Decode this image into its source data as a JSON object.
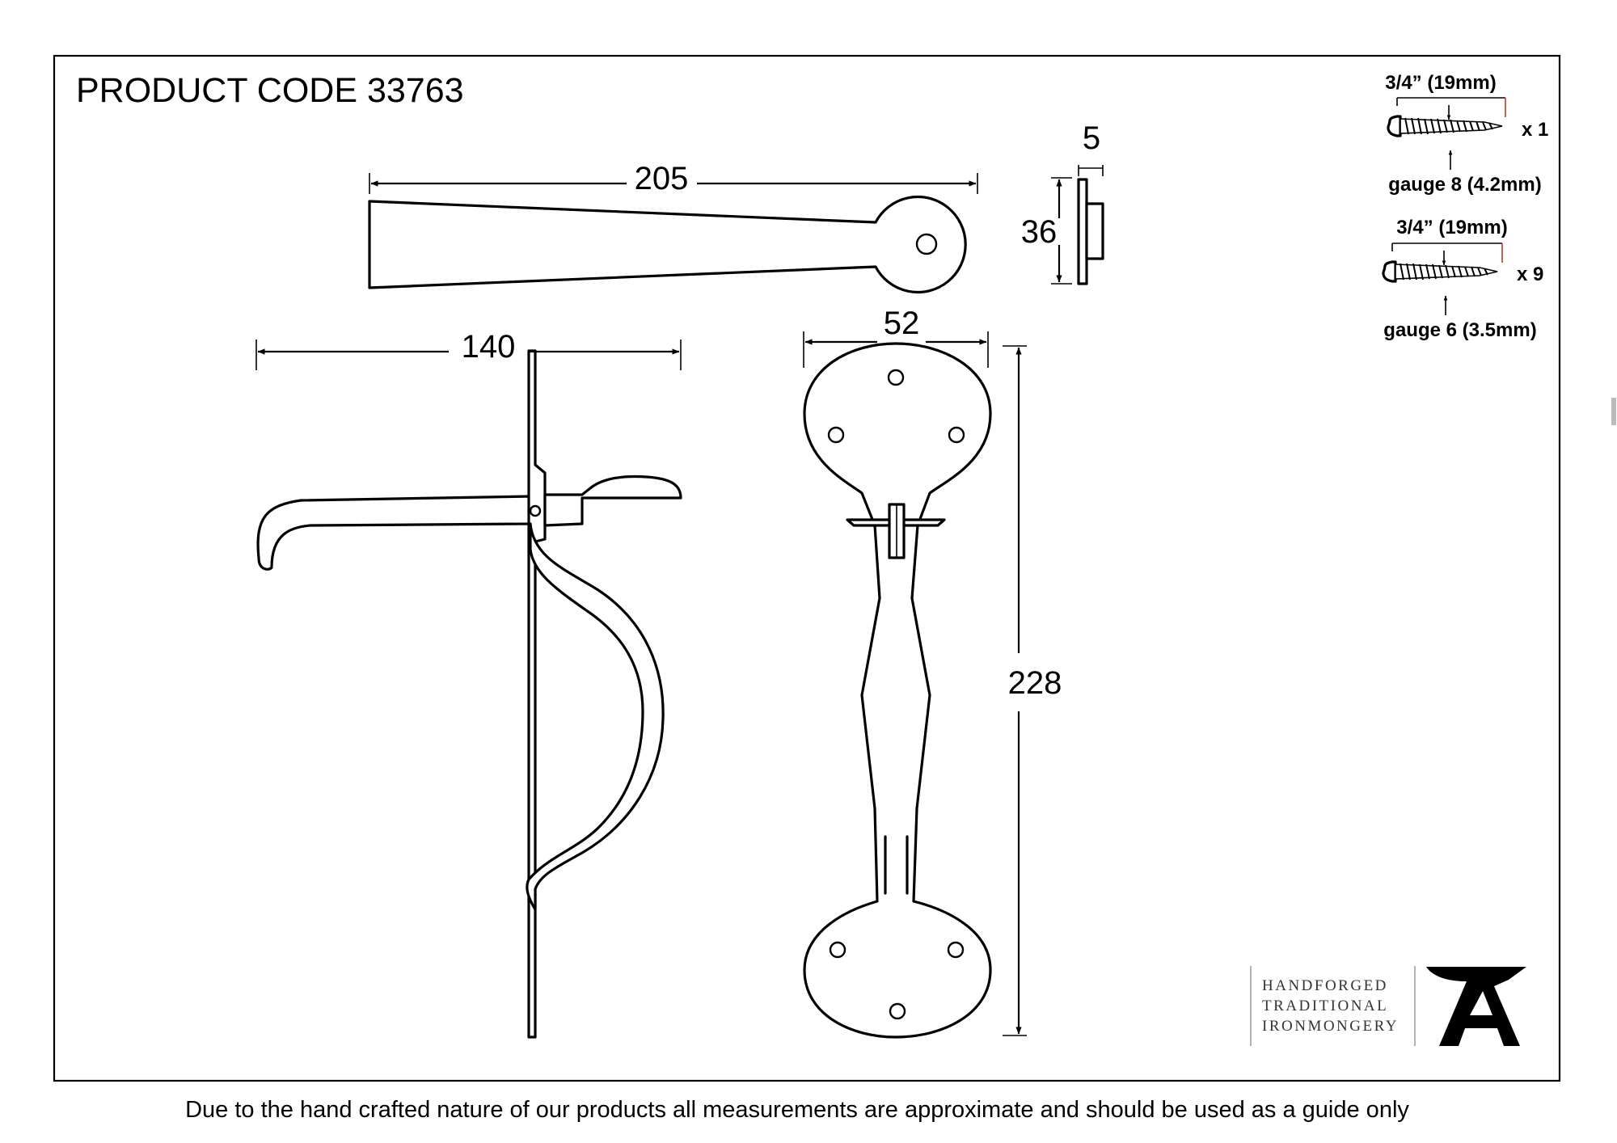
{
  "title": "PRODUCT CODE 33763",
  "dimensions": {
    "length": "205",
    "thickness": "5",
    "width": "36",
    "bar_length": "140",
    "plate_width": "52",
    "handle_height": "228"
  },
  "screws": [
    {
      "length": "3/4” (19mm)",
      "qty": "x 1",
      "gauge": "gauge 8 (4.2mm)"
    },
    {
      "length": "3/4” (19mm)",
      "qty": "x 9",
      "gauge": "gauge 6 (3.5mm)"
    }
  ],
  "brand": {
    "line1": "HANDFORGED",
    "line2": "TRADITIONAL",
    "line3": "IRONMONGERY",
    "logo_letter": "A"
  },
  "footer": "Due to the hand crafted nature of our products all measurements are approximate and should be used as a guide only",
  "colors": {
    "line": "#000000",
    "brand_text": "#333333",
    "screw_tick": "#c0392b"
  }
}
